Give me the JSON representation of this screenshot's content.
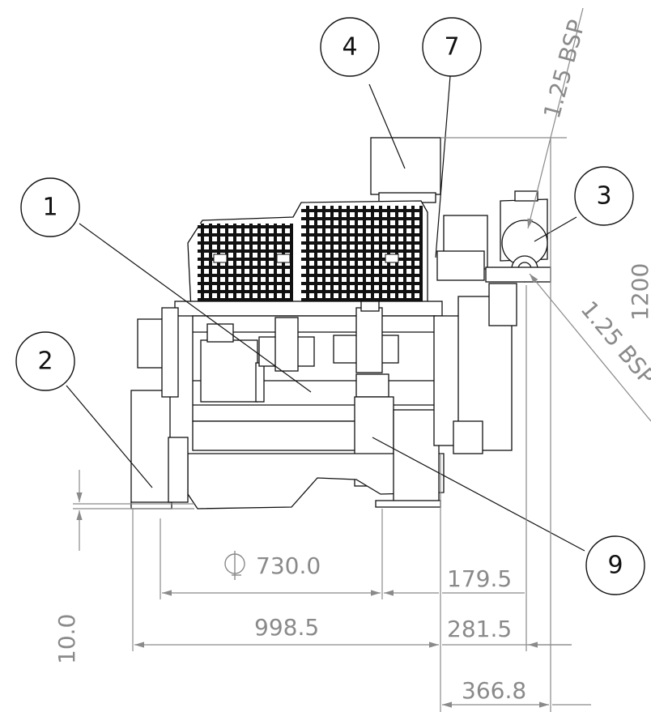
{
  "callouts": [
    {
      "id": "c1",
      "label": "1"
    },
    {
      "id": "c2",
      "label": "2"
    },
    {
      "id": "c3",
      "label": "3"
    },
    {
      "id": "c4",
      "label": "4"
    },
    {
      "id": "c7",
      "label": "7"
    },
    {
      "id": "c9",
      "label": "9"
    }
  ],
  "annotations": {
    "bsp_top": "1.25 BSP",
    "bsp_side": "1.25 BSP"
  },
  "dimensions": {
    "centerline": "730.0",
    "overall_length": "998.5",
    "offset_1": "179.5",
    "offset_2": "281.5",
    "offset_3": "366.8",
    "height": "1200",
    "base": "10.0"
  },
  "colors": {
    "dimension": "#8a8a8a",
    "line": "#111111",
    "grille": "#111111"
  },
  "icons": {
    "centerline_symbol": "centerline-icon"
  }
}
